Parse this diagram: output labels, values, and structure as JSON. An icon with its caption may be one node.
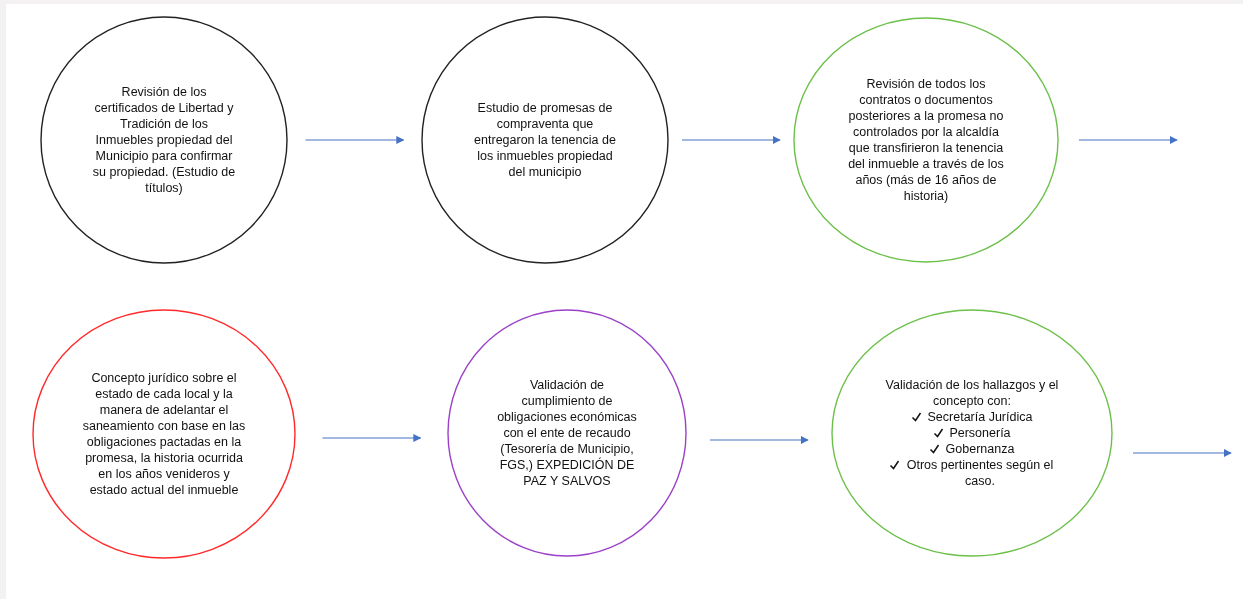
{
  "diagram": {
    "nodes": [
      {
        "text": [
          "Revisión de los certificados de Libertad y Tradición de los Inmuebles propiedad del Municipio para confirmar su propiedad. (Estudio de títulos)"
        ]
      },
      {
        "text": [
          "Estudio de promesas de compraventa que entregaron la tenencia de los inmuebles propiedad del municipio"
        ]
      },
      {
        "text": [
          "Revisión de todos los contratos o documentos posteriores a la promesa no controlados por la alcaldía que transfirieron la tenencia del inmueble a través de los años (más de 16 años de historia)"
        ]
      },
      {
        "text": [
          "Concepto jurídico sobre el estado de cada local y la manera de adelantar el saneamiento con base en las obligaciones pactadas en la promesa, la historia ocurrida en los años venideros y estado actual del inmueble"
        ]
      },
      {
        "text": [
          "Validación de cumplimiento de obligaciones económicas con el ente de recaudo (Tesorería de Municipio, FGS,) EXPEDICIÓN DE PAZ Y SALVOS"
        ]
      },
      {
        "text": [
          "Validación de los hallazgos y el concepto con:",
          "Secretaría Jurídica",
          "Personería",
          "Gobernanza",
          "Otros pertinentes según el caso."
        ]
      }
    ],
    "edges": [
      {
        "from": 0,
        "to": 1,
        "arrow": "to"
      },
      {
        "from": 1,
        "to": 2,
        "arrow": "to"
      },
      {
        "from": 2,
        "to": null,
        "arrow": "to"
      },
      {
        "from": 3,
        "to": 4,
        "arrow": "to"
      },
      {
        "from": 4,
        "to": 5,
        "arrow": "to"
      },
      {
        "from": 5,
        "to": null,
        "arrow": "to"
      }
    ]
  }
}
